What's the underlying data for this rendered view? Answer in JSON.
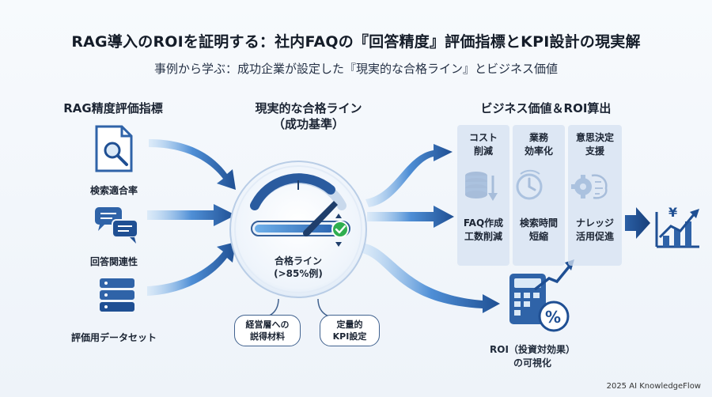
{
  "title": "RAG導入のROIを証明する：社内FAQの『回答精度』評価指標とKPI設計の現実解",
  "subtitle": "事例から学ぶ：成功企業が設定した『現実的な合格ライン』とビジネス価値",
  "left": {
    "title": "RAG精度評価指標",
    "items": [
      {
        "label": "検索適合率",
        "icon": "document-search-icon"
      },
      {
        "label": "回答関連性",
        "icon": "chat-bubbles-icon"
      },
      {
        "label": "評価用データセット",
        "icon": "database-stack-icon"
      }
    ]
  },
  "center": {
    "title_line1": "現実的な合格ライン",
    "title_line2": "（成功基準）",
    "gauge_label_line1": "合格ライン",
    "gauge_label_line2": "(>85%例)",
    "gauge_threshold_percent": 85,
    "pills": [
      {
        "line1": "経営層への",
        "line2": "説得材料"
      },
      {
        "line1": "定量的",
        "line2": "KPI設定"
      }
    ]
  },
  "right": {
    "title": "ビジネス価値＆ROI算出",
    "columns": [
      {
        "title_line1": "コスト",
        "title_line2": "削減",
        "foot_line1": "FAQ作成",
        "foot_line2": "工数削減",
        "icon": "coin-stack-down-icon"
      },
      {
        "title_line1": "業務",
        "title_line2": "効率化",
        "foot_line1": "検索時間",
        "foot_line2": "短縮",
        "icon": "clock-icon"
      },
      {
        "title_line1": "意思決定",
        "title_line2": "支援",
        "foot_line1": "ナレッジ",
        "foot_line2": "活用促進",
        "icon": "brain-gear-icon"
      }
    ],
    "roi_line1": "ROI（投資対効果）",
    "roi_line2": "の可視化",
    "roi_icon": "calculator-percent-icon",
    "growth_icon": "yen-growth-chart-icon"
  },
  "footer": "2025 AI KnowledgeFlow",
  "colors": {
    "arrow_dark": "#1f4f93",
    "arrow_light": "#8fc1ee",
    "check_green": "#2fae4f",
    "icon_blue": "#2f63a8"
  }
}
